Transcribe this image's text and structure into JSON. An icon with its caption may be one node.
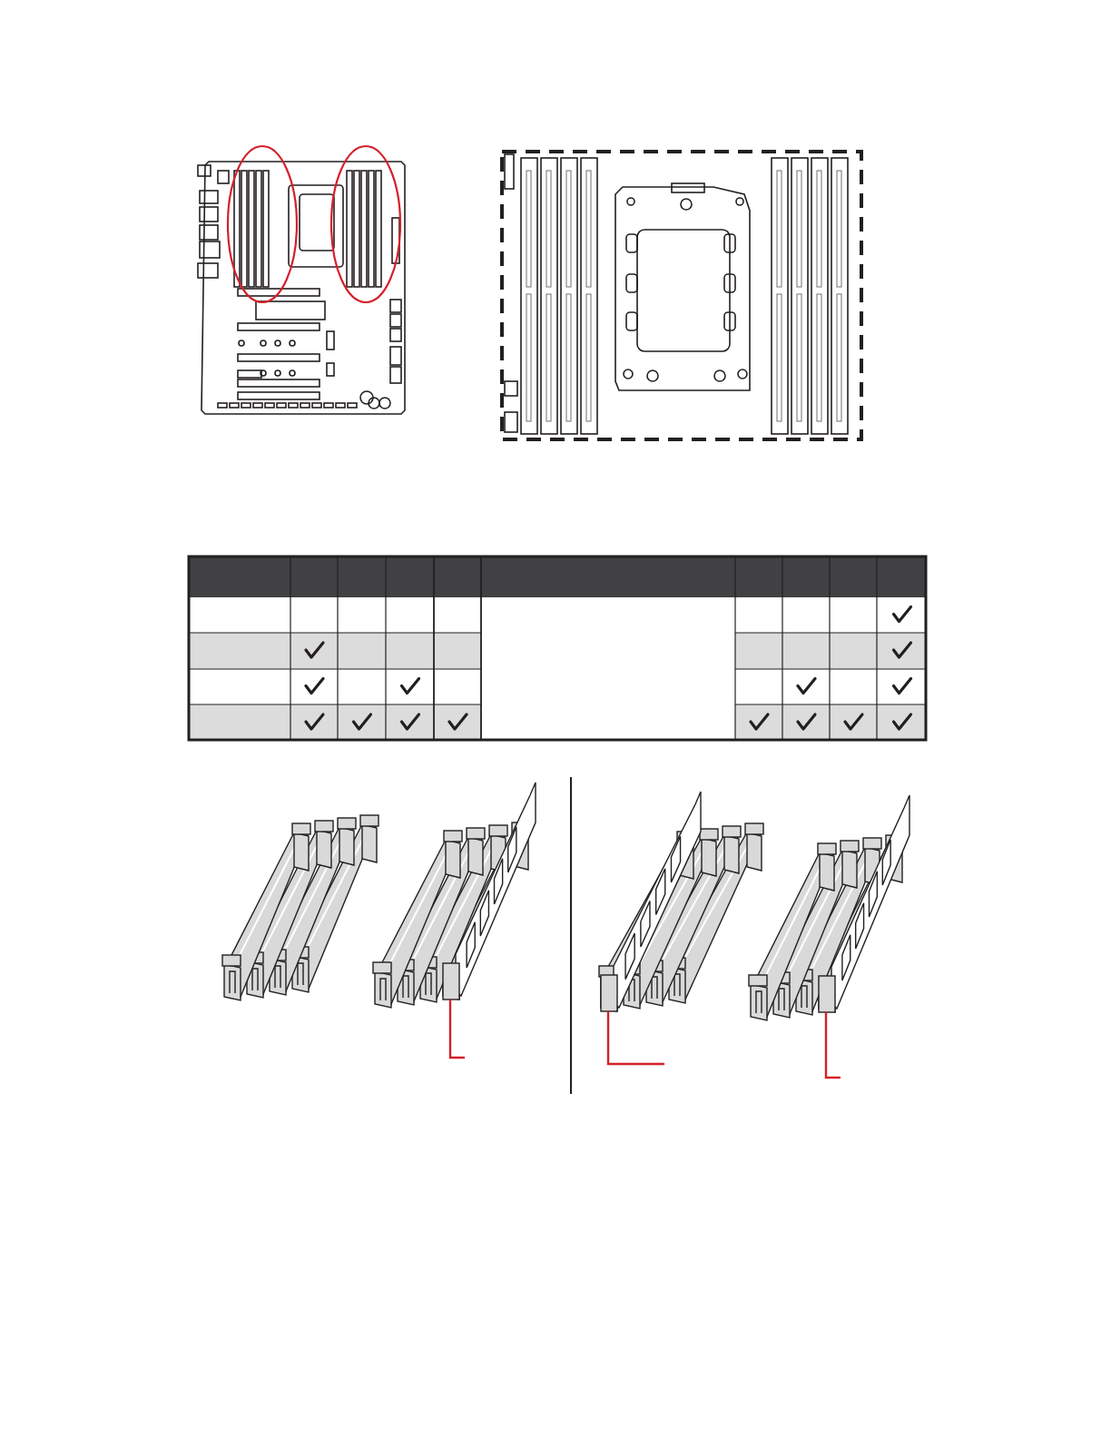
{
  "diagram": {
    "nodes": [
      {
        "text": [],
        "shape": "box"
      },
      {
        "text": [],
        "shape": "box"
      },
      {
        "text": [],
        "shape": "box"
      }
    ],
    "edges": [
      {
        "from": null,
        "to": 0,
        "arrow": "none"
      },
      {
        "from": null,
        "to": 1,
        "arrow": "none"
      },
      {
        "from": null,
        "to": 2,
        "arrow": "none"
      }
    ]
  }
}
